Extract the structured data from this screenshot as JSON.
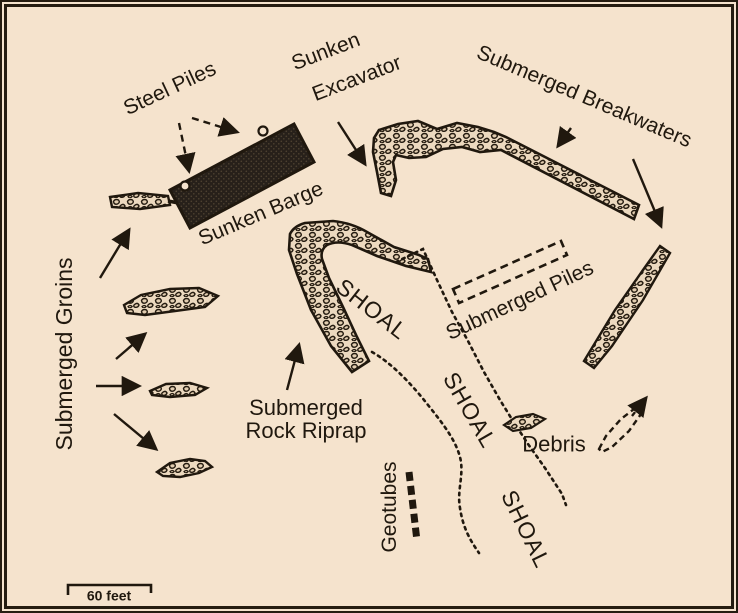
{
  "figure": {
    "type": "submerged-hazards-sketch-map",
    "colors": {
      "background": "#f5e3cd",
      "ink": "#20180e",
      "barge_fill": "#27201a",
      "rubble_fill": "#ecd9bf"
    },
    "labels": {
      "steel_piles": "Steel Piles",
      "sunken_excavator_line1": "Sunken",
      "sunken_excavator_line2": "Excavator",
      "submerged_breakwaters": "Submerged Breakwaters",
      "sunken_barge": "Sunken Barge",
      "submerged_groins": "Submerged Groins",
      "submerged_piles": "Submerged Piles",
      "shoal": "SHOAL",
      "submerged_rock_riprap_line1": "Submerged",
      "submerged_rock_riprap_line2": "Rock Riprap",
      "debris": "Debris",
      "geotubes": "Geotubes",
      "scale_label": "60 feet"
    }
  }
}
